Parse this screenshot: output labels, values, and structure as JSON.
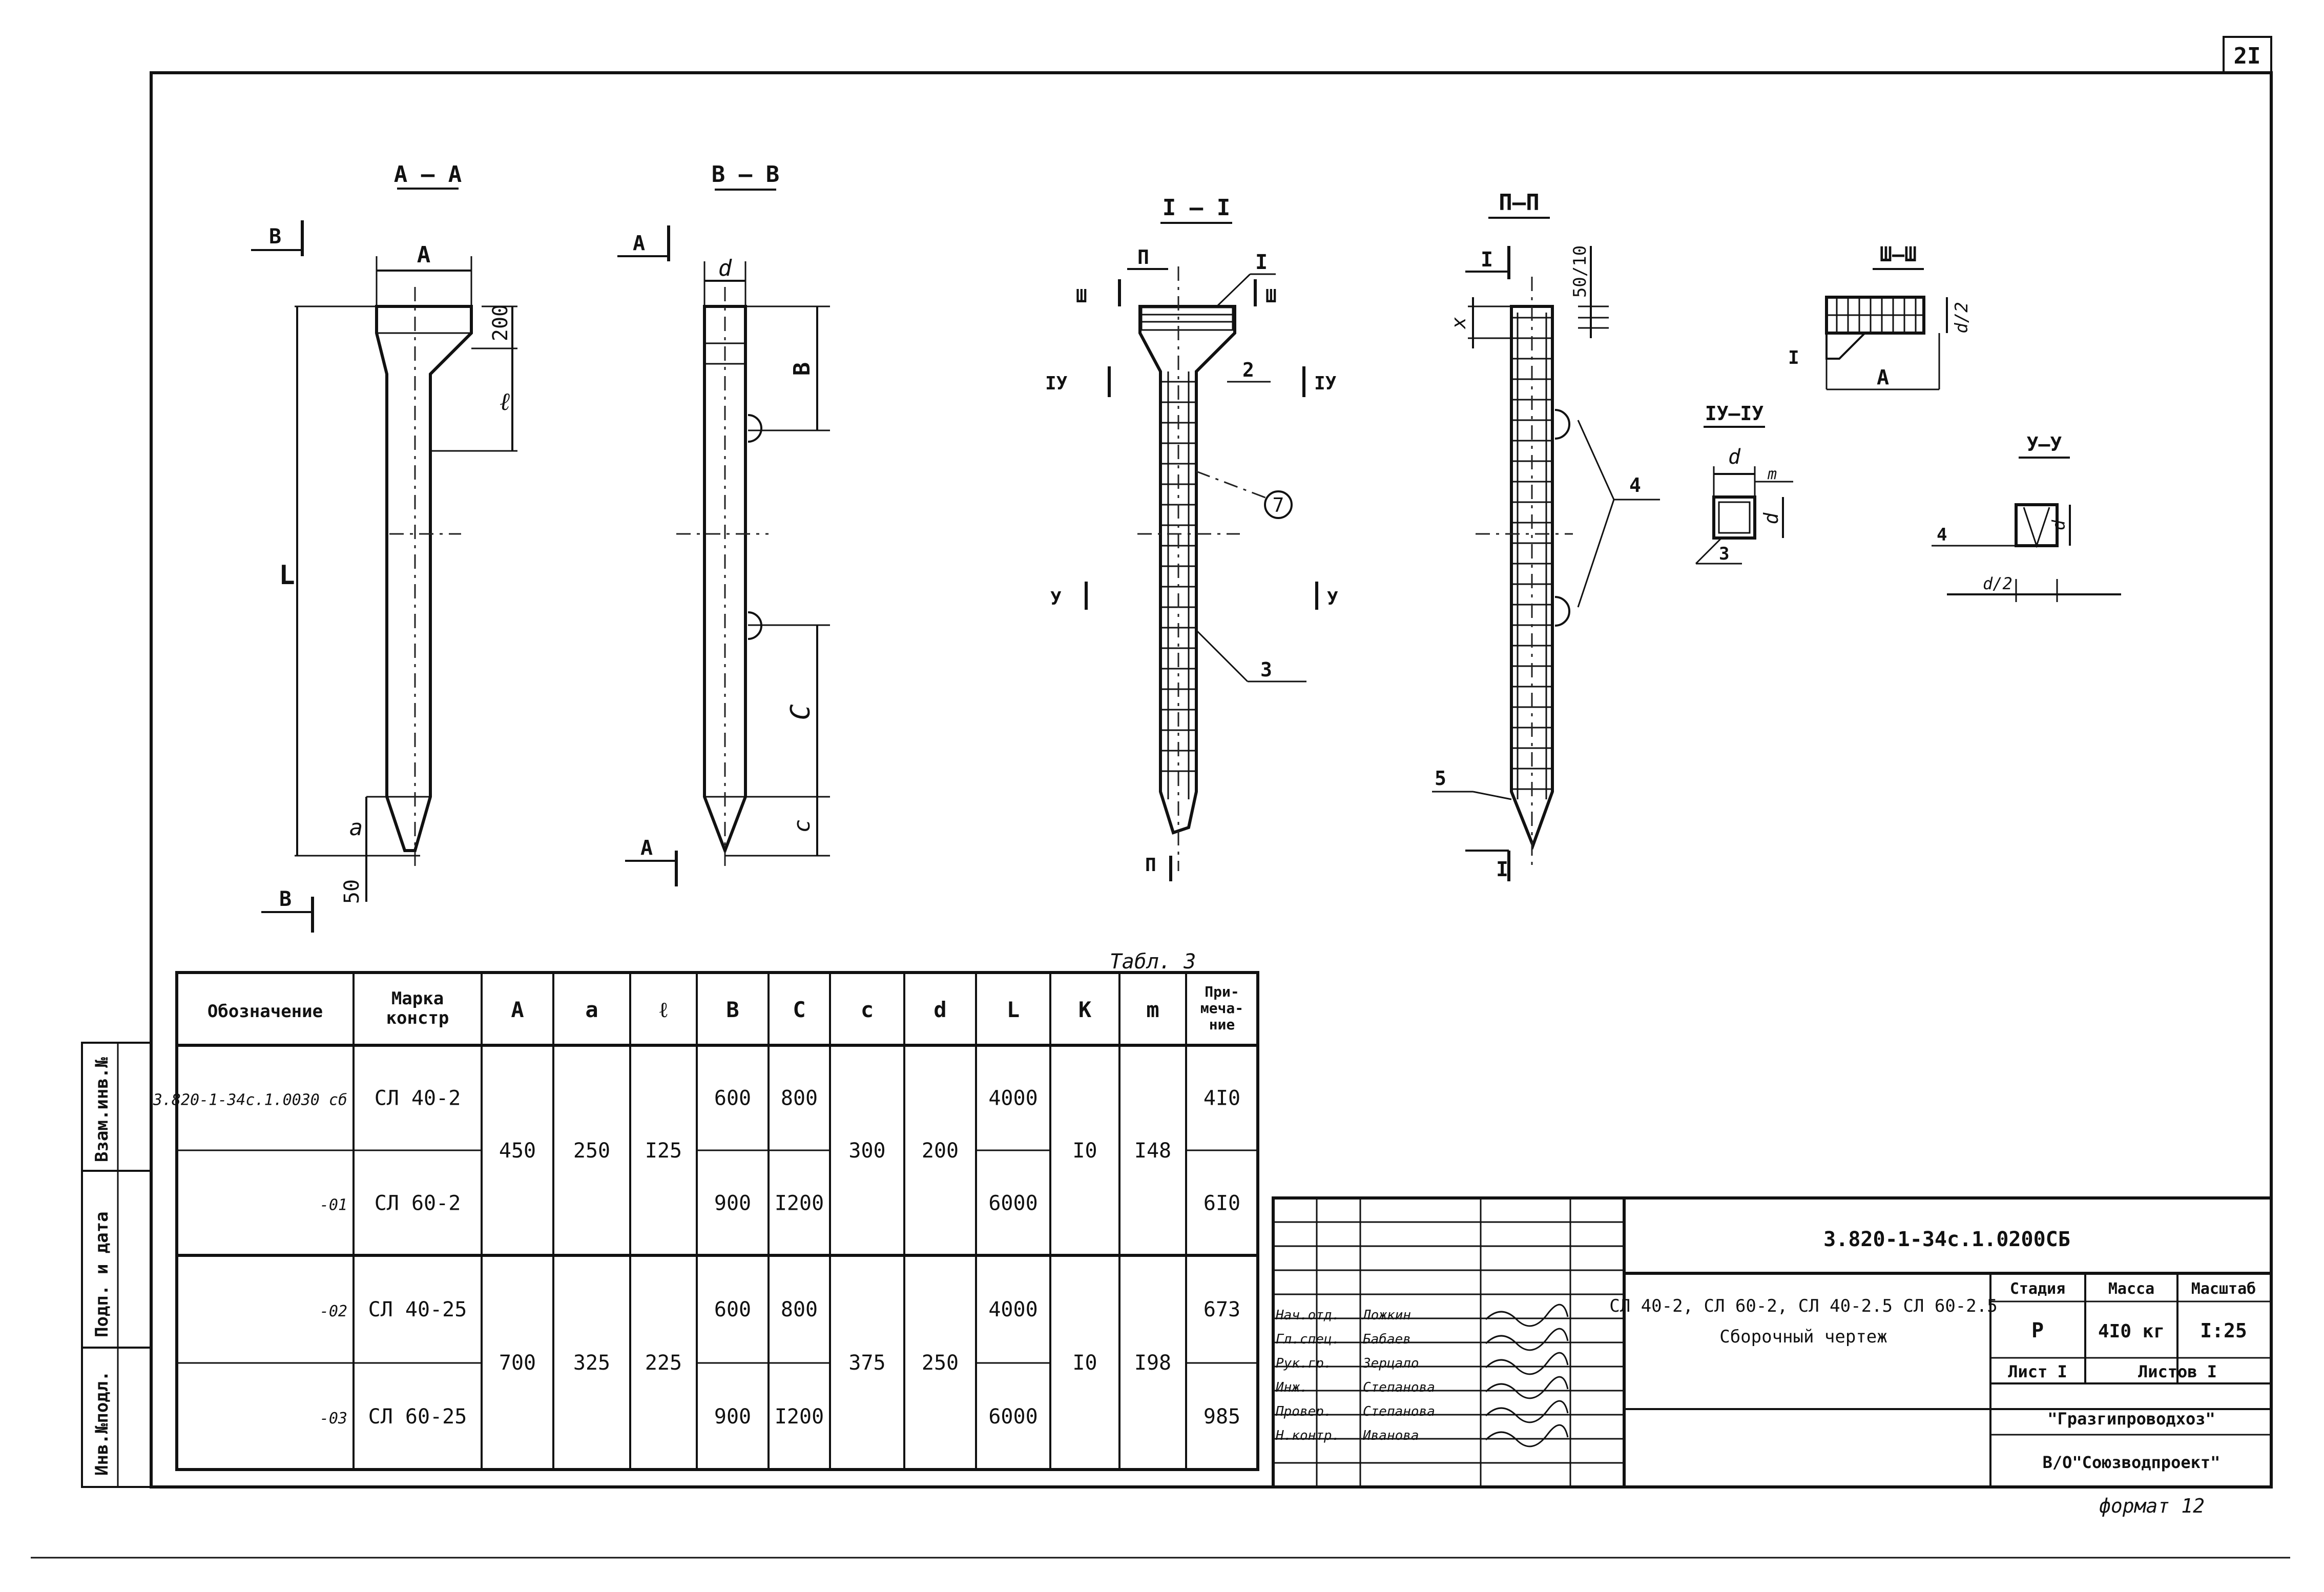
{
  "sheet_number": "2I",
  "format_label": "формат 12",
  "sections": {
    "aa": "А – А",
    "bb": "В – В",
    "s11": "I – I",
    "s22": "П–П",
    "s33": "Ш–Ш",
    "s44": "IУ–IУ",
    "s55": "У–У"
  },
  "dim_labels": {
    "A": "A",
    "l": "ℓ",
    "L": "L",
    "a": "a",
    "d": "d",
    "B": "B",
    "C": "C",
    "c": "c",
    "m": "m",
    "x": "x",
    "d2": "d/2",
    "v200": "200",
    "v50": "50",
    "v5010": "50/10"
  },
  "markers": {
    "B": "В",
    "A": "А",
    "I": "I",
    "II": "П",
    "III": "Ш",
    "IV": "IУ",
    "V": "У"
  },
  "callouts": {
    "c1": "I",
    "c2": "2",
    "c3": "3",
    "c4": "4",
    "c5": "5",
    "c7": "7"
  },
  "table": {
    "caption": "Табл. 3",
    "headers": [
      "Обозначение",
      "Марка констр",
      "A",
      "a",
      "ℓ",
      "B",
      "C",
      "c",
      "d",
      "L",
      "K",
      "m",
      "При-меча-ние"
    ],
    "rows": [
      {
        "designation": "3.820-1-34с.1.0030 сб",
        "mark": "СЛ 40-2",
        "B": "600",
        "C": "800",
        "L": "4000",
        "note": "4I0"
      },
      {
        "designation": "-01",
        "mark": "СЛ 60-2",
        "B": "900",
        "C": "I200",
        "L": "6000",
        "note": "6I0"
      },
      {
        "designation": "-02",
        "mark": "СЛ 40-25",
        "B": "600",
        "C": "800",
        "L": "4000",
        "note": "673"
      },
      {
        "designation": "-03",
        "mark": "СЛ 60-25",
        "B": "900",
        "C": "I200",
        "L": "6000",
        "note": "985"
      }
    ],
    "group1": {
      "A": "450",
      "a": "250",
      "l": "I25",
      "c": "300",
      "d": "200",
      "K": "I0",
      "m": "I48"
    },
    "group2": {
      "A": "700",
      "a": "325",
      "l": "225",
      "c": "375",
      "d": "250",
      "K": "I0",
      "m": "I98"
    }
  },
  "left_strip": [
    "Инв.№подл.",
    "Подп. и дата",
    "Взам.инв.№"
  ],
  "title_block": {
    "code": "3.820-1-34с.1.0200СБ",
    "product": "СЛ 40-2, СЛ 60-2, СЛ 40-2.5 СЛ 60-2.5",
    "doc_type": "Сборочный чертеж",
    "stage_label": "Стадия",
    "mass_label": "Масса",
    "scale_label": "Масштаб",
    "stage": "Р",
    "mass": "4I0 кг",
    "scale": "I:25",
    "sheet_label": "Лист I",
    "sheets_label": "Листов I",
    "org1": "\"Гразгипроводхоз\"",
    "org2": "В/О\"Союзводпроект\""
  },
  "signatures": [
    {
      "role": "Нач.отд.",
      "name": "Ложкин"
    },
    {
      "role": "Гл.спец.",
      "name": "Бабаев"
    },
    {
      "role": "Рук.гр.",
      "name": "Зерцало"
    },
    {
      "role": "Инж.",
      "name": "Степанова"
    },
    {
      "role": "Провер.",
      "name": "Степанова"
    },
    {
      "role": "Н.контр.",
      "name": "Иванова"
    }
  ]
}
